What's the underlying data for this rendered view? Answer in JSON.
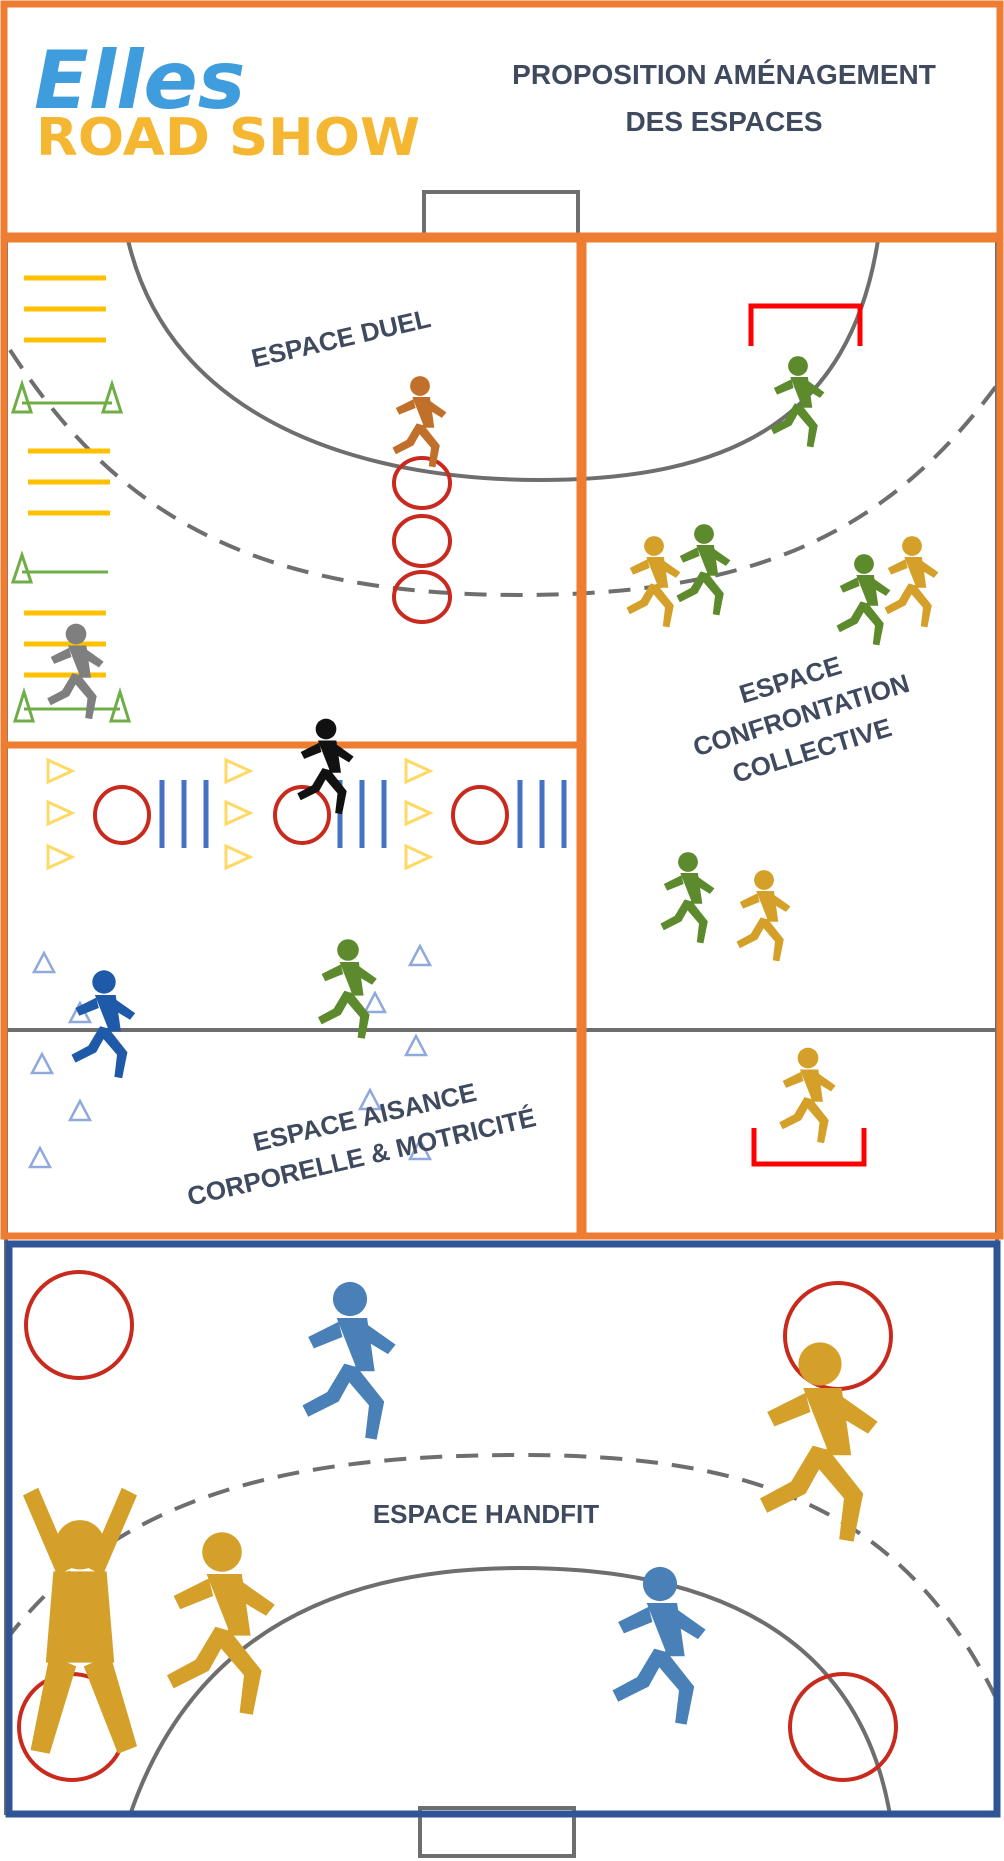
{
  "header": {
    "logo": {
      "line1": "Elles",
      "line2": "ROAD SHOW"
    },
    "title_line1": "PROPOSITION AMÉNAGEMENT",
    "title_line2": "DES ESPACES"
  },
  "zones": {
    "duel": "ESPACE DUEL",
    "confrontation": [
      "ESPACE",
      "CONFRONTATION",
      "COLLECTIVE"
    ],
    "aisance": [
      "ESPACE AISANCE",
      "CORPORELLE & MOTRICITÉ"
    ],
    "handfit": "ESPACE HANDFIT"
  },
  "colors": {
    "frame_orange": "#ee7d31",
    "frame_blue": "#2f5597",
    "title_text": "#3f4a5e",
    "logo_blue": "#3f9ddd",
    "logo_yellow": "#f5b731",
    "hoop_red": "#c82a1e",
    "goal_red": "#ff0000",
    "ladder_yellow": "#ffc000",
    "cone_green": "#70ad47",
    "stripe_blue": "#4472c4",
    "cone_lightblue": "#8fa9dc",
    "cone_yellow": "#ffd966",
    "player_green": "#5e8a2e",
    "player_gold": "#d4a02a",
    "player_orange": "#c0702a",
    "player_blue": "#1f5aa8",
    "player_steel": "#4a80b8",
    "player_gray": "#7f7f7f",
    "player_black": "#111111"
  }
}
